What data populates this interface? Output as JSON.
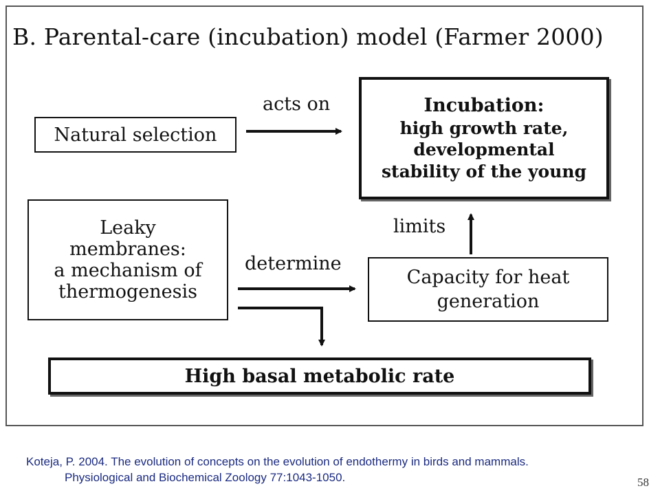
{
  "figure": {
    "title": "B. Parental-care (incubation) model (Farmer 2000)",
    "nodes": {
      "natural_selection": {
        "label": "Natural selection"
      },
      "incubation": {
        "lines": [
          "Incubation:",
          "high growth rate,",
          "developmental",
          "stability of the young"
        ]
      },
      "leaky_membranes": {
        "lines": [
          "Leaky",
          "membranes:",
          "a mechanism of",
          "thermogenesis"
        ]
      },
      "heat_capacity": {
        "lines": [
          "Capacity for heat",
          "generation"
        ]
      },
      "bmr": {
        "label": "High basal metabolic rate"
      }
    },
    "edges": {
      "acts_on": "acts on",
      "limits": "limits",
      "determine": "determine"
    }
  },
  "citation": {
    "line1": "Koteja, P. 2004. The evolution of concepts on the evolution of endothermy in birds and mammals.",
    "line2": "Physiological and Biochemical Zoology 77:1043-1050."
  },
  "slide_number": "58"
}
